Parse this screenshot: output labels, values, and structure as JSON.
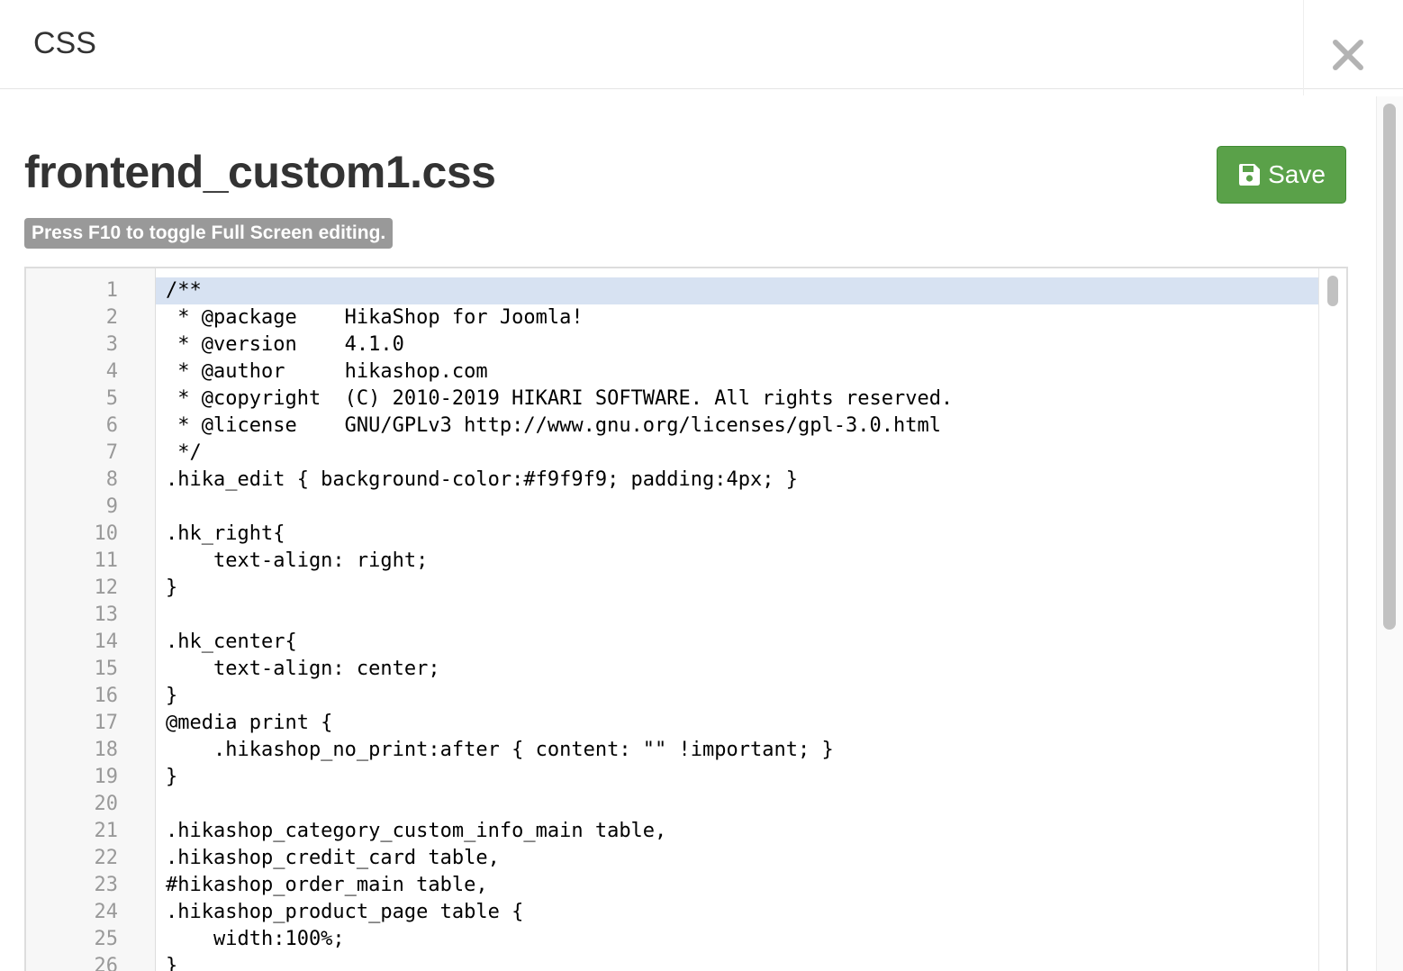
{
  "modal": {
    "title": "CSS",
    "close_icon": "close-icon"
  },
  "file": {
    "name": "frontend_custom1.css"
  },
  "toolbar": {
    "save_label": "Save",
    "save_icon": "floppy-disk-icon",
    "save_color": "#5aa149"
  },
  "hint": {
    "text": "Press F10 to toggle Full Screen editing."
  },
  "editor": {
    "active_line": 1,
    "active_line_color": "#d7e2f2",
    "lines": [
      {
        "num": "1",
        "text": "/**"
      },
      {
        "num": "2",
        "text": " * @package    HikaShop for Joomla!"
      },
      {
        "num": "3",
        "text": " * @version    4.1.0"
      },
      {
        "num": "4",
        "text": " * @author     hikashop.com"
      },
      {
        "num": "5",
        "text": " * @copyright  (C) 2010-2019 HIKARI SOFTWARE. All rights reserved."
      },
      {
        "num": "6",
        "text": " * @license    GNU/GPLv3 http://www.gnu.org/licenses/gpl-3.0.html"
      },
      {
        "num": "7",
        "text": " */"
      },
      {
        "num": "8",
        "text": ".hika_edit { background-color:#f9f9f9; padding:4px; }"
      },
      {
        "num": "9",
        "text": ""
      },
      {
        "num": "10",
        "text": ".hk_right{"
      },
      {
        "num": "11",
        "text": "    text-align: right;"
      },
      {
        "num": "12",
        "text": "}"
      },
      {
        "num": "13",
        "text": ""
      },
      {
        "num": "14",
        "text": ".hk_center{"
      },
      {
        "num": "15",
        "text": "    text-align: center;"
      },
      {
        "num": "16",
        "text": "}"
      },
      {
        "num": "17",
        "text": "@media print {"
      },
      {
        "num": "18",
        "text": "    .hikashop_no_print:after { content: \"\" !important; }"
      },
      {
        "num": "19",
        "text": "}"
      },
      {
        "num": "20",
        "text": ""
      },
      {
        "num": "21",
        "text": ".hikashop_category_custom_info_main table,"
      },
      {
        "num": "22",
        "text": ".hikashop_credit_card table,"
      },
      {
        "num": "23",
        "text": "#hikashop_order_main table,"
      },
      {
        "num": "24",
        "text": ".hikashop_product_page table {"
      },
      {
        "num": "25",
        "text": "    width:100%;"
      },
      {
        "num": "26",
        "text": "}"
      }
    ]
  }
}
